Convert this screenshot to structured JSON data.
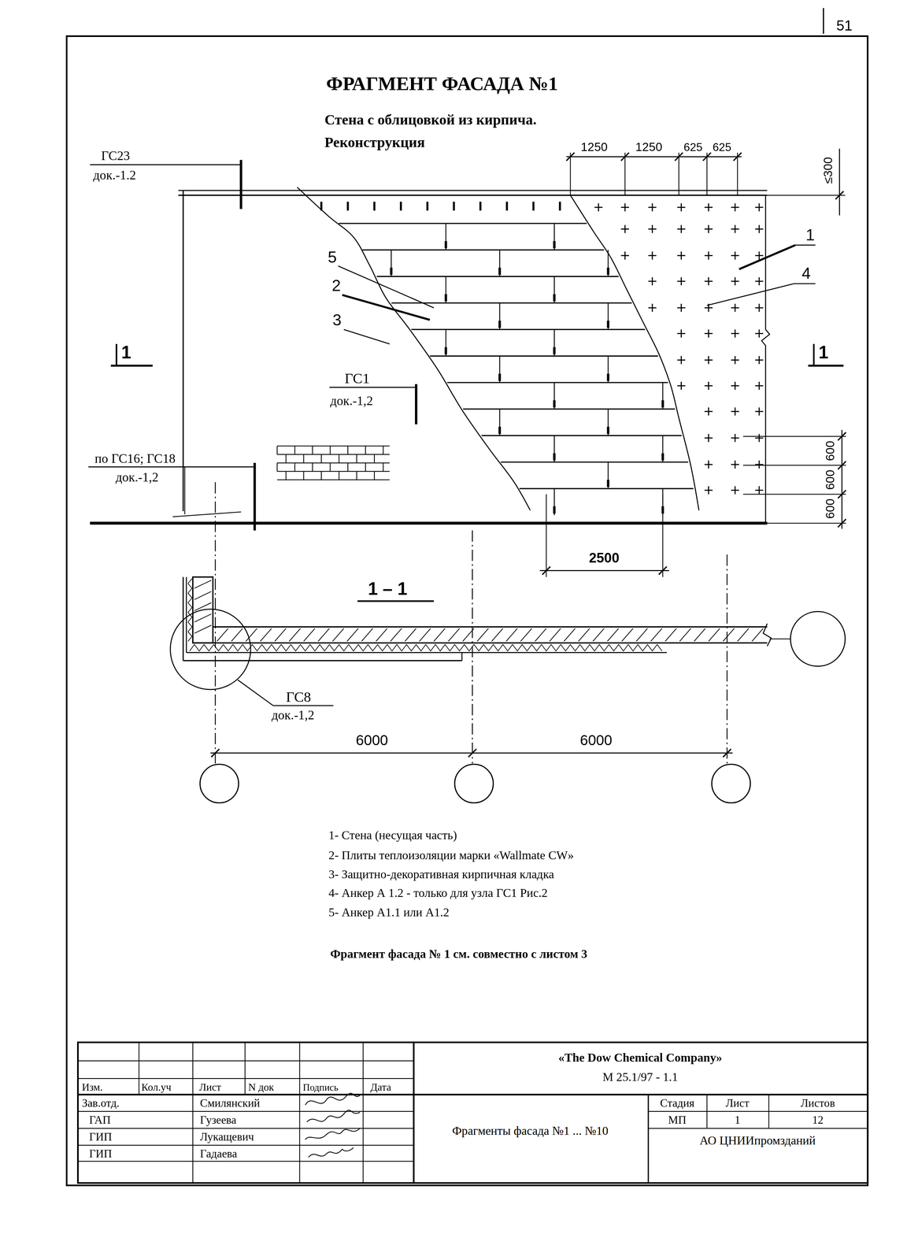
{
  "diagram": {
    "title": "ФРАГМЕНТ ФАСАДА №1",
    "labels": [
      "51",
      "Стена с облицовкой из кирпича.",
      "Реконструкция",
      "ГС23",
      "док.-1.2",
      "1250",
      "1250",
      "625",
      "625",
      "≤300",
      "1",
      "4",
      "5",
      "2",
      "3",
      "1",
      "1",
      "ГС1",
      "док.-1,2",
      "по ГС16; ГС18",
      "док.-1,2",
      "600",
      "600",
      "600",
      "2500",
      "1 – 1",
      "ГС8",
      "док.-1,2",
      "6000",
      "6000",
      "1- Стена (несущая часть)",
      "2- Плиты теплоизоляции марки «Wallmate CW»",
      "3- Защитно-декоративная кирпичная кладка",
      "4- Анкер А 1.2 - только для узла ГС1 Рис.2",
      "5- Анкер А1.1 или А1.2",
      "Фрагмент фасада № 1 см. совместно с листом 3",
      "Изм.",
      "Кол.уч",
      "Лист",
      "N док",
      "Подпись",
      "Дата",
      "Зав.отд.",
      "Смилянский",
      "ГАП",
      "Гузеева",
      "ГИП",
      "Лукащевич",
      "ГИП",
      "Гадаева",
      "«The Dow Chemical Company»",
      "М 25.1/97 - 1.1",
      "Фрагменты фасада №1 ... №10",
      "Стадия",
      "Лист",
      "Листов",
      "МП",
      "1",
      "12",
      "АО ЦНИИпромзданий"
    ]
  }
}
